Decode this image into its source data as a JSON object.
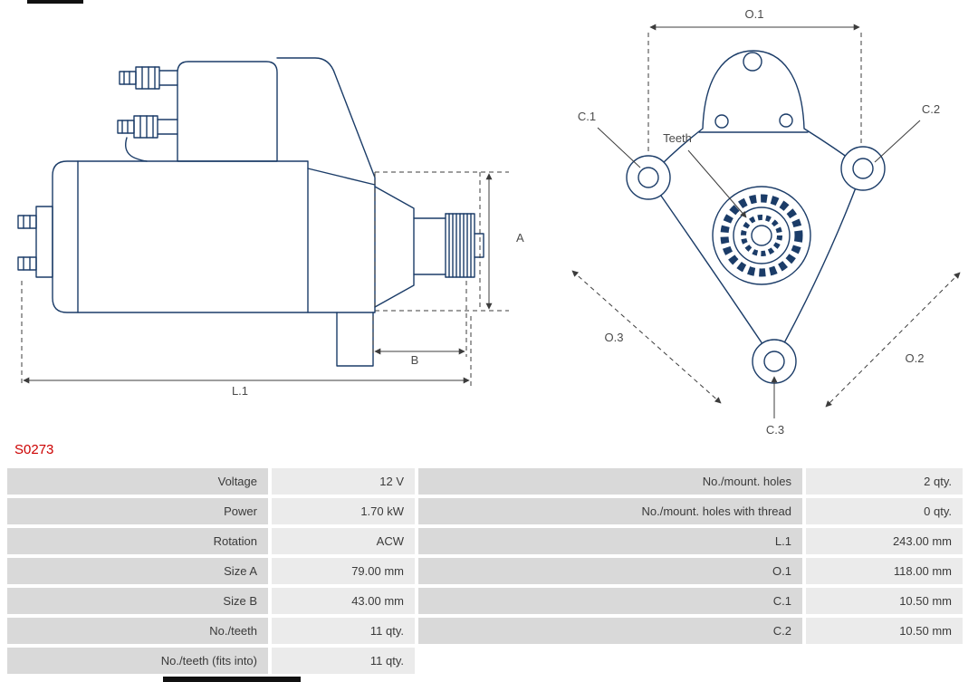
{
  "part": {
    "code": "S0273"
  },
  "colors": {
    "accent_red": "#cc0000",
    "drawing_line": "#1b3c68",
    "dimension_line": "#3c3c3c",
    "cell_label_bg": "#d9d9d9",
    "cell_value_bg": "#ebebeb"
  },
  "diagram": {
    "labels": {
      "A": "A",
      "B": "B",
      "L1": "L.1",
      "O1": "O.1",
      "O2": "O.2",
      "O3": "O.3",
      "C1": "C.1",
      "C2": "C.2",
      "C3": "C.3",
      "teeth": "Teeth"
    }
  },
  "table": {
    "rows": [
      {
        "l_label": "Voltage",
        "l_value": "12 V",
        "r_label": "No./mount. holes",
        "r_value": "2 qty."
      },
      {
        "l_label": "Power",
        "l_value": "1.70 kW",
        "r_label": "No./mount. holes with thread",
        "r_value": "0 qty."
      },
      {
        "l_label": "Rotation",
        "l_value": "ACW",
        "r_label": "L.1",
        "r_value": "243.00 mm"
      },
      {
        "l_label": "Size A",
        "l_value": "79.00 mm",
        "r_label": "O.1",
        "r_value": "118.00 mm"
      },
      {
        "l_label": "Size B",
        "l_value": "43.00 mm",
        "r_label": "C.1",
        "r_value": "10.50 mm"
      },
      {
        "l_label": "No./teeth",
        "l_value": "11 qty.",
        "r_label": "C.2",
        "r_value": "10.50 mm"
      },
      {
        "l_label": "No./teeth (fits into)",
        "l_value": "11 qty.",
        "r_label": "",
        "r_value": ""
      }
    ]
  }
}
